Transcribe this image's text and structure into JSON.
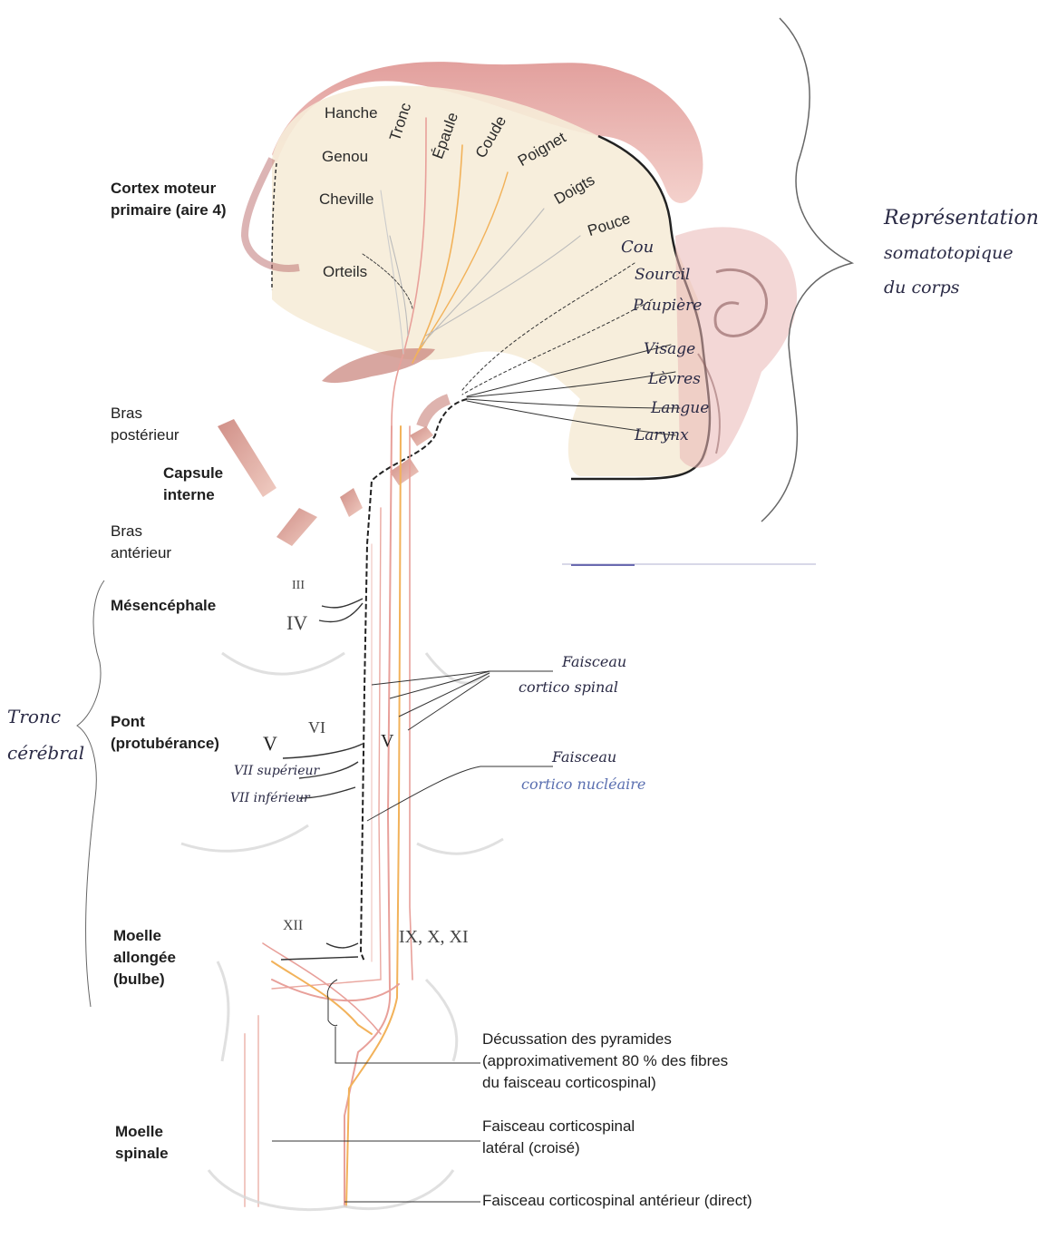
{
  "cortex": {
    "title_line1": "Cortex moteur",
    "title_line2": "primaire (aire 4)",
    "body_map": [
      "Hanche",
      "Tronc",
      "Épaule",
      "Coude",
      "Poignet",
      "Genou",
      "Cheville",
      "Doigts",
      "Pouce",
      "Orteils"
    ],
    "face_map_handwritten": [
      "Cou",
      "Sourcil",
      "Paupière",
      "Visage",
      "Lèvres",
      "Langue",
      "Larynx"
    ]
  },
  "capsule": {
    "posterior_line1": "Bras",
    "posterior_line2": "postérieur",
    "title_line1": "Capsule",
    "title_line2": "interne",
    "anterior_line1": "Bras",
    "anterior_line2": "antérieur"
  },
  "brainstem": {
    "mesencephale": "Mésencéphale",
    "pont_line1": "Pont",
    "pont_line2": "(protubérance)",
    "moelle_allongee_line1": "Moelle",
    "moelle_allongee_line2": "allongée",
    "moelle_allongee_line3": "(bulbe)",
    "moelle_spinale_line1": "Moelle",
    "moelle_spinale_line2": "spinale"
  },
  "nerves": {
    "n3": "III",
    "n4": "IV",
    "n5_left": "V",
    "n6": "VI",
    "n5_right": "V",
    "n7_sup": "VII supérieur",
    "n7_inf": "VII inférieur",
    "n12": "XII",
    "n9_10_11": "IX, X, XI"
  },
  "callouts": {
    "decussation_line1": "Décussation des pyramides",
    "decussation_line2": "(approximativement 80 % des fibres",
    "decussation_line3": "du faisceau corticospinal)",
    "lateral_line1": "Faisceau corticospinal",
    "lateral_line2": "latéral (croisé)",
    "anterior_bold": "Faisceau corticospinal",
    "anterior_rest": "antérieur (direct)"
  },
  "handwritten": {
    "somato_line1": "Représentation",
    "somato_line2": "somatotopique",
    "somato_line3": "du corps",
    "tronc_line1": "Tronc",
    "tronc_line2": "cérébral",
    "cortico_spinal_line1": "Faisceau",
    "cortico_spinal_line2": "cortico spinal",
    "cortico_nucl_line1": "Faisceau",
    "cortico_nucl_line2": "cortico nucléaire"
  },
  "colors": {
    "cortex_pink": "#e3a3a0",
    "cortex_dark": "#b96a6a",
    "cortex_fill": "#f6ecd8",
    "tract_red": "#e8a09a",
    "tract_orange": "#f2b25a",
    "handwriting": "#2a2a45"
  }
}
